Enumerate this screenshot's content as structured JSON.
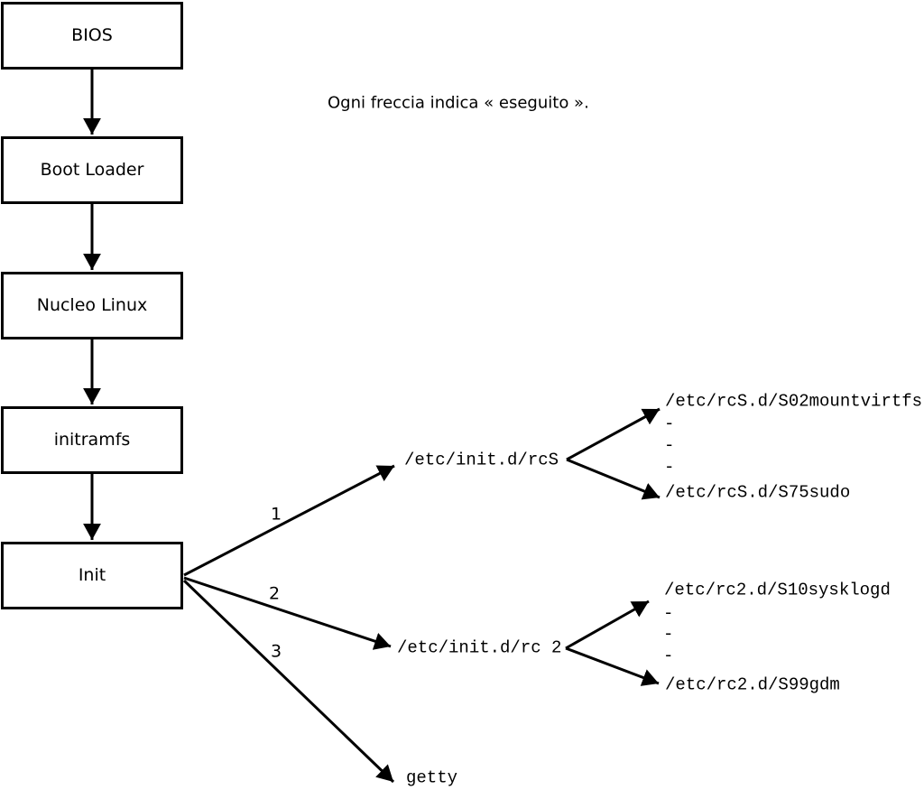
{
  "colors": {
    "ink": "#000000",
    "background": "#ffffff"
  },
  "caption": "Ogni freccia indica « eseguito ».",
  "flow": {
    "boxes": [
      {
        "label": "BIOS"
      },
      {
        "label": "Boot Loader"
      },
      {
        "label": "Nucleo Linux"
      },
      {
        "label": "initramfs"
      },
      {
        "label": "Init"
      }
    ]
  },
  "branches": [
    {
      "number": "1",
      "target": "/etc/init.d/rcS",
      "children": [
        "/etc/rcS.d/S02mountvirtfs",
        "-",
        "-",
        "-",
        "/etc/rcS.d/S75sudo"
      ]
    },
    {
      "number": "2",
      "target": "/etc/init.d/rc 2",
      "children": [
        "/etc/rc2.d/S10sysklogd",
        "-",
        "-",
        "-",
        "/etc/rc2.d/S99gdm"
      ]
    },
    {
      "number": "3",
      "target": "getty",
      "children": []
    }
  ]
}
